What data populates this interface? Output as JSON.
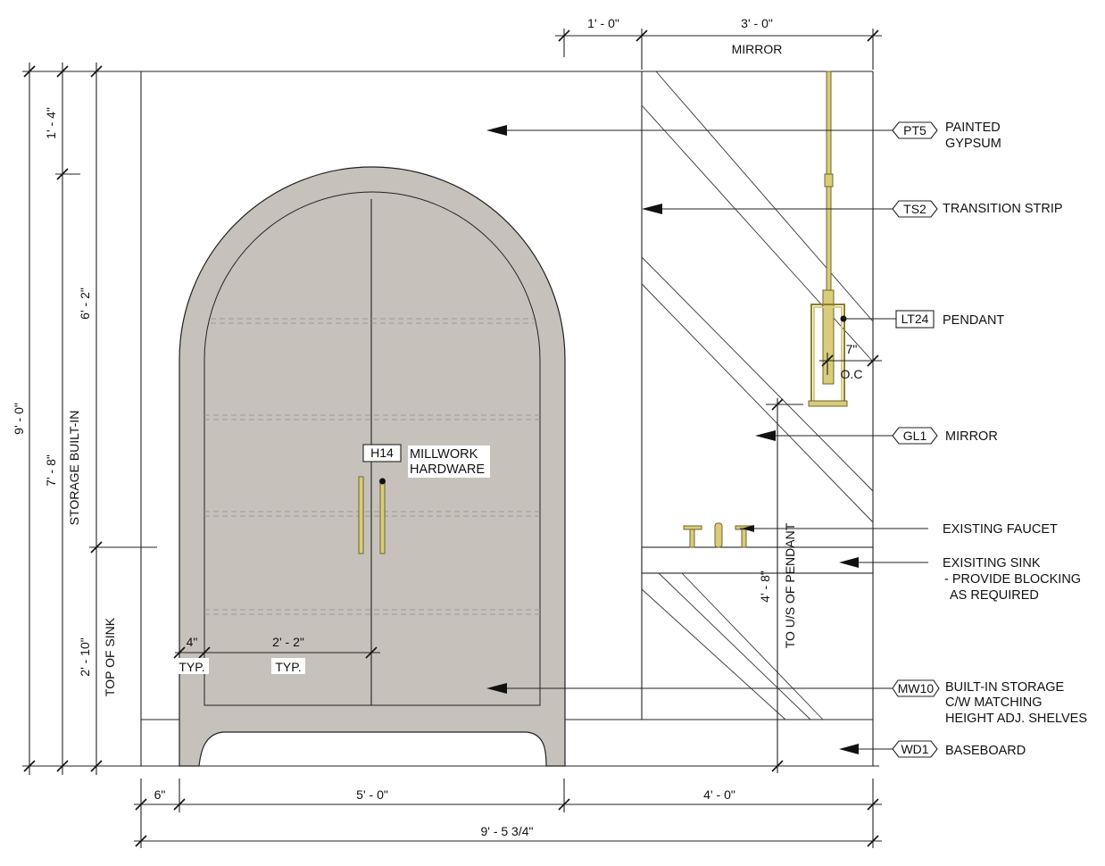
{
  "dimensions": {
    "top_left_offset": "1' - 0\"",
    "mirror_width": "3' - 0\"",
    "mirror_label": "MIRROR",
    "top_segment": "1' - 4\"",
    "cabinet_height": "6' - 2\"",
    "overall_height": "9' - 0\"",
    "storage_height": "7' - 8\"",
    "storage_label": "STORAGE BUILT-IN",
    "sink_height": "2' - 10\"",
    "sink_label": "TOP OF SINK",
    "pendant_height": "4' - 8\"",
    "pendant_label": "TO U/S OF PENDANT",
    "pendant_spacing": "7\"",
    "pendant_spacing_note": "O.C",
    "door_margin": "4\"",
    "door_margin_note": "TYP.",
    "door_width": "2' - 2\"",
    "door_width_note": "TYP.",
    "left_offset": "6\"",
    "cabinet_width": "5' - 0\"",
    "vanity_width": "4' - 0\"",
    "overall_width": "9' - 5 3/4\""
  },
  "tags": [
    {
      "code": "PT5",
      "text": [
        "PAINTED",
        "GYPSUM"
      ]
    },
    {
      "code": "TS2",
      "text": [
        "TRANSITION STRIP"
      ]
    },
    {
      "code": "LT24",
      "text": [
        "PENDANT"
      ]
    },
    {
      "code": "GL1",
      "text": [
        "MIRROR"
      ]
    },
    {
      "code": "H14",
      "text": [
        "MILLWORK",
        "HARDWARE"
      ]
    },
    {
      "code": "MW10",
      "text": [
        "BUILT-IN STORAGE",
        "C/W MATCHING",
        "HEIGHT ADJ. SHELVES"
      ]
    },
    {
      "code": "WD1",
      "text": [
        "BASEBOARD"
      ]
    }
  ],
  "notes": {
    "faucet": "EXISTING FAUCET",
    "sink": [
      "EXISITING SINK",
      "- PROVIDE BLOCKING",
      "AS REQUIRED"
    ]
  },
  "colors": {
    "cabinet": "#c6c1ba",
    "brass": "#d9cc7a",
    "line": "#222222"
  }
}
